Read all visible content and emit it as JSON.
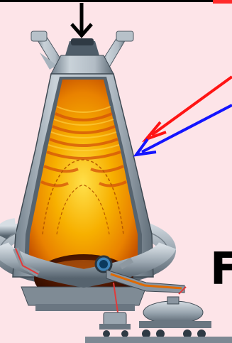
{
  "diagram": {
    "partial_label": "F",
    "colors": {
      "background": "#fde4e8",
      "shell": "#a7b3bd",
      "shell_dark": "#5d6b77",
      "hot_core": "#f7b000",
      "hot_edge": "#c94a00",
      "red_arrow": "#ff1414",
      "blue_arrow": "#1414ff",
      "black_arrow": "#000000"
    },
    "arrows": [
      {
        "name": "charge-input-arrow",
        "color": "black"
      },
      {
        "name": "red-pointer-arrow",
        "color": "red"
      },
      {
        "name": "blue-pointer-arrow",
        "color": "blue"
      }
    ]
  }
}
